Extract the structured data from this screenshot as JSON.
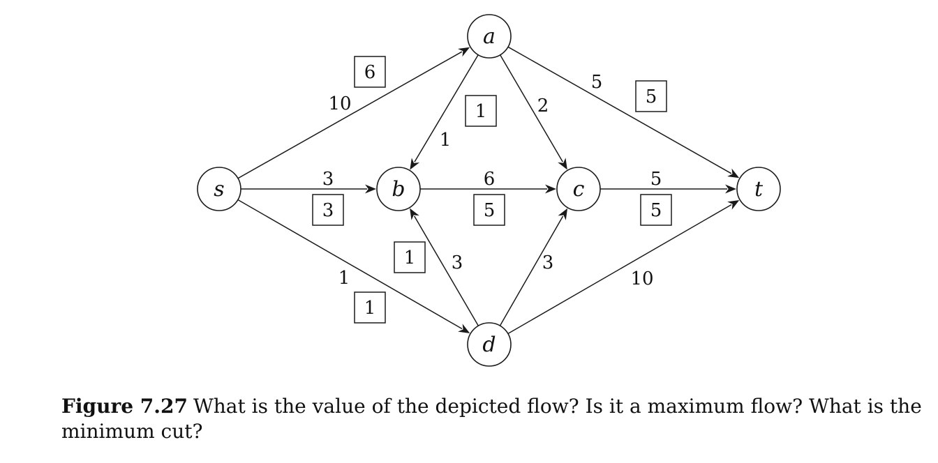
{
  "diagram": {
    "nodes": [
      {
        "id": "s",
        "label": "s"
      },
      {
        "id": "a",
        "label": "a"
      },
      {
        "id": "b",
        "label": "b"
      },
      {
        "id": "c",
        "label": "c"
      },
      {
        "id": "d",
        "label": "d"
      },
      {
        "id": "t",
        "label": "t"
      }
    ],
    "edges": [
      {
        "from": "s",
        "to": "a",
        "capacity": "10",
        "flow": "6"
      },
      {
        "from": "s",
        "to": "b",
        "capacity": "3",
        "flow": "3"
      },
      {
        "from": "s",
        "to": "d",
        "capacity": "1",
        "flow": "1"
      },
      {
        "from": "a",
        "to": "b",
        "capacity": "1",
        "flow": "1"
      },
      {
        "from": "a",
        "to": "c",
        "capacity": "2",
        "flow": ""
      },
      {
        "from": "a",
        "to": "t",
        "capacity": "5",
        "flow": "5"
      },
      {
        "from": "b",
        "to": "c",
        "capacity": "6",
        "flow": "5"
      },
      {
        "from": "d",
        "to": "b",
        "capacity": "3",
        "flow": "1"
      },
      {
        "from": "d",
        "to": "c",
        "capacity": "3",
        "flow": ""
      },
      {
        "from": "c",
        "to": "t",
        "capacity": "5",
        "flow": "5"
      },
      {
        "from": "d",
        "to": "t",
        "capacity": "10",
        "flow": ""
      }
    ]
  },
  "caption": {
    "figure_number": "Figure 7.27",
    "text": "What is the value of the depicted flow? Is it a maximum flow? What is the minimum cut?"
  }
}
